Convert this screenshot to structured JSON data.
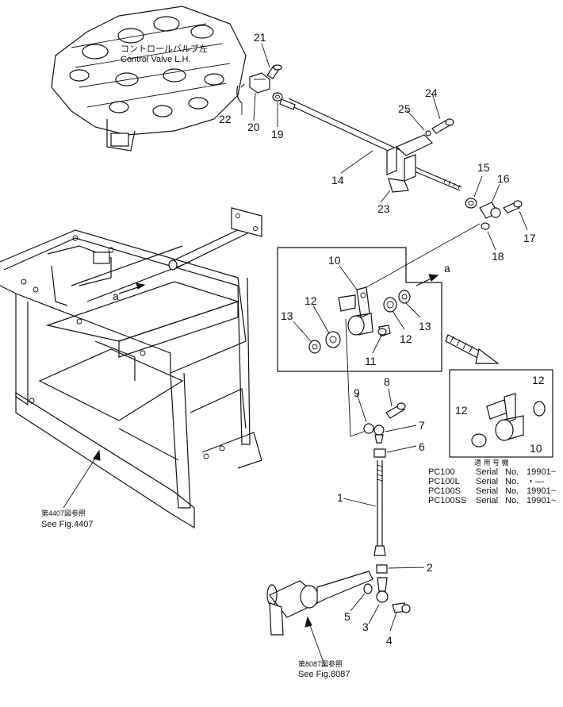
{
  "control_valve": {
    "title_jp": "コントロールバルブ左",
    "title_en": "Control Valve L.H."
  },
  "callouts": [
    "1",
    "2",
    "3",
    "4",
    "5",
    "6",
    "7",
    "8",
    "9",
    "10",
    "11",
    "12",
    "13",
    "14",
    "15",
    "16",
    "17",
    "18",
    "19",
    "20",
    "21",
    "22",
    "23",
    "24",
    "25"
  ],
  "inset_callouts": {
    "ten_a": "10",
    "twelve_a": "12",
    "twelve_b": "12",
    "thirteen_a": "13",
    "thirteen_b": "13",
    "eleven": "11",
    "ten_b": "10",
    "twelve_c": "12",
    "twelve_d": "12"
  },
  "section_marks": {
    "a1": "a",
    "a2": "a"
  },
  "refs": {
    "fig4407_jp": "第4407図参照",
    "fig4407_en": "See Fig.4407",
    "fig8087_jp": "第8087図参照",
    "fig8087_en": "See Fig.8087"
  },
  "applicability": {
    "header": "適 用 号 機",
    "rows": [
      {
        "model": "PC100",
        "label": "Serial",
        "no": "No.",
        "range": "19901~"
      },
      {
        "model": "PC100L",
        "label": "Serial",
        "no": "No.",
        "range": "・―"
      },
      {
        "model": "PC100S",
        "label": "Serial",
        "no": "No.",
        "range": "19901~"
      },
      {
        "model": "PC100SS",
        "label": "Serial",
        "no": "No.",
        "range": "19901~"
      }
    ]
  },
  "icons": [
    "control-valve-icon",
    "frame-icon",
    "pedal-icon",
    "rod-icon",
    "bushing-icon",
    "bolt-icon",
    "nut-icon",
    "lever-icon",
    "arrow-icon"
  ]
}
